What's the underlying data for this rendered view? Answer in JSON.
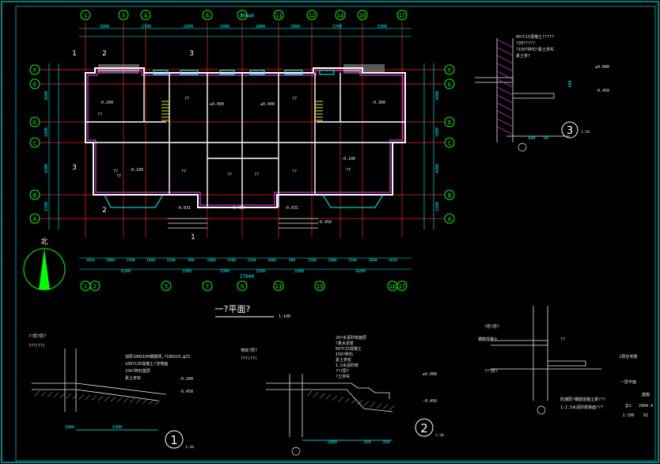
{
  "colors": {
    "background": "#000000",
    "frame": "#00ffff",
    "axis_line": "#ff2020",
    "wall": "#ffffff",
    "wall_hatch": "#ff40ff",
    "dimension": "#00ffff",
    "axis_bubble": "#00ff00",
    "stair": "#ffff00",
    "annotation": "#e8e8e8"
  },
  "plan": {
    "title": "一?平面?",
    "scale": "1:100",
    "total_dim_top": "27640",
    "total_dim_bottom": "27640",
    "north_label": "北",
    "axes_top": [
      "1",
      "3",
      "4",
      "6",
      "9",
      "11",
      "12",
      "14",
      "16",
      "17"
    ],
    "axes_bottom": [
      "1",
      "2",
      "5",
      "7",
      "9",
      "11",
      "13",
      "16",
      "17"
    ],
    "axes_left": [
      "F",
      "E",
      "D",
      "C",
      "B",
      "A"
    ],
    "axes_right": [
      "F",
      "E",
      "D",
      "C",
      "B",
      "A"
    ],
    "dims_top_row2": [
      "3300",
      "2700",
      "2900",
      "2900",
      "2800",
      "2900",
      "2700",
      "3300"
    ],
    "dims_bottom_row2": [
      "6200",
      "3300",
      "3300",
      "3200",
      "3300",
      "6200"
    ],
    "dims_bottom_row1": [
      "1050",
      "2800",
      "1500",
      "1800",
      "1500",
      "900",
      "1800",
      "1500",
      "1500",
      "1800",
      "900",
      "1500",
      "1800",
      "1500",
      "2800",
      "1050"
    ],
    "dims_left": [
      "3600",
      "1800",
      "4200",
      "2100"
    ],
    "dims_right": [
      "3600",
      "1800",
      "4200",
      "2100"
    ],
    "elevations": [
      "-0.200",
      "-0.300",
      "±0.000",
      "±0.000",
      "-0.100",
      "-0.100",
      "-0.031",
      "-0.450",
      "-0.031",
      "-0.450"
    ],
    "room_labels": [
      "?7",
      "?7",
      "?7",
      "?7",
      "?7",
      "?7",
      "??",
      "??",
      "??",
      "??"
    ],
    "section_marks": [
      "1",
      "2",
      "3",
      "2",
      "1",
      "3"
    ]
  },
  "detail1": {
    "number": "1",
    "scale": "1:20",
    "notes": [
      "??层?层?",
      "???(??)"
    ],
    "spec_lines": [
      "加厚100X100钢筋网,?180X10,@25",
      "100?C20混凝土?浇地面",
      "150?碎石垫层",
      "素土夯实"
    ],
    "elevation_top": "-0.200",
    "elevation_bottom": "-0.450",
    "dim_a": "1500",
    "dim_b": "1000"
  },
  "detail2": {
    "number": "2",
    "scale": "1:20",
    "notes": [
      "墙体?层?",
      "???(??)"
    ],
    "spec_lines": [
      "20?水泥砂浆面层",
      "?素水泥浆",
      "60?C15混凝土",
      "150?碎石",
      "素土夯实",
      "1:2水泥砂浆",
      "???层?",
      "?土夯实"
    ],
    "elevation_top": "±0.000",
    "elevation_bottom": "-0.450",
    "dims": [
      "2800",
      "350",
      "350"
    ]
  },
  "detail3": {
    "number": "3",
    "scale": "1:20",
    "spec_lines": [
      "60?C15混凝土?????",
      "?20?????",
      "?150?碎石?素土夯实",
      "素土夯?"
    ],
    "elevation_top": "±0.000",
    "elevation_bottom": "-0.450",
    "dims": [
      "600",
      "60",
      "450"
    ]
  },
  "detail4": {
    "labels": [
      "?层?层?",
      "钢筋混凝土",
      "??",
      "???层?"
    ],
    "note1": "防潮层?钢筋混凝土梁???",
    "note2": "1:2.5水泥砂浆抹面???"
  },
  "titleblock": {
    "lines": [
      "2层住宅楼",
      "一层平面",
      "建施",
      "总1",
      "2004.4",
      "1:100",
      "02"
    ]
  }
}
